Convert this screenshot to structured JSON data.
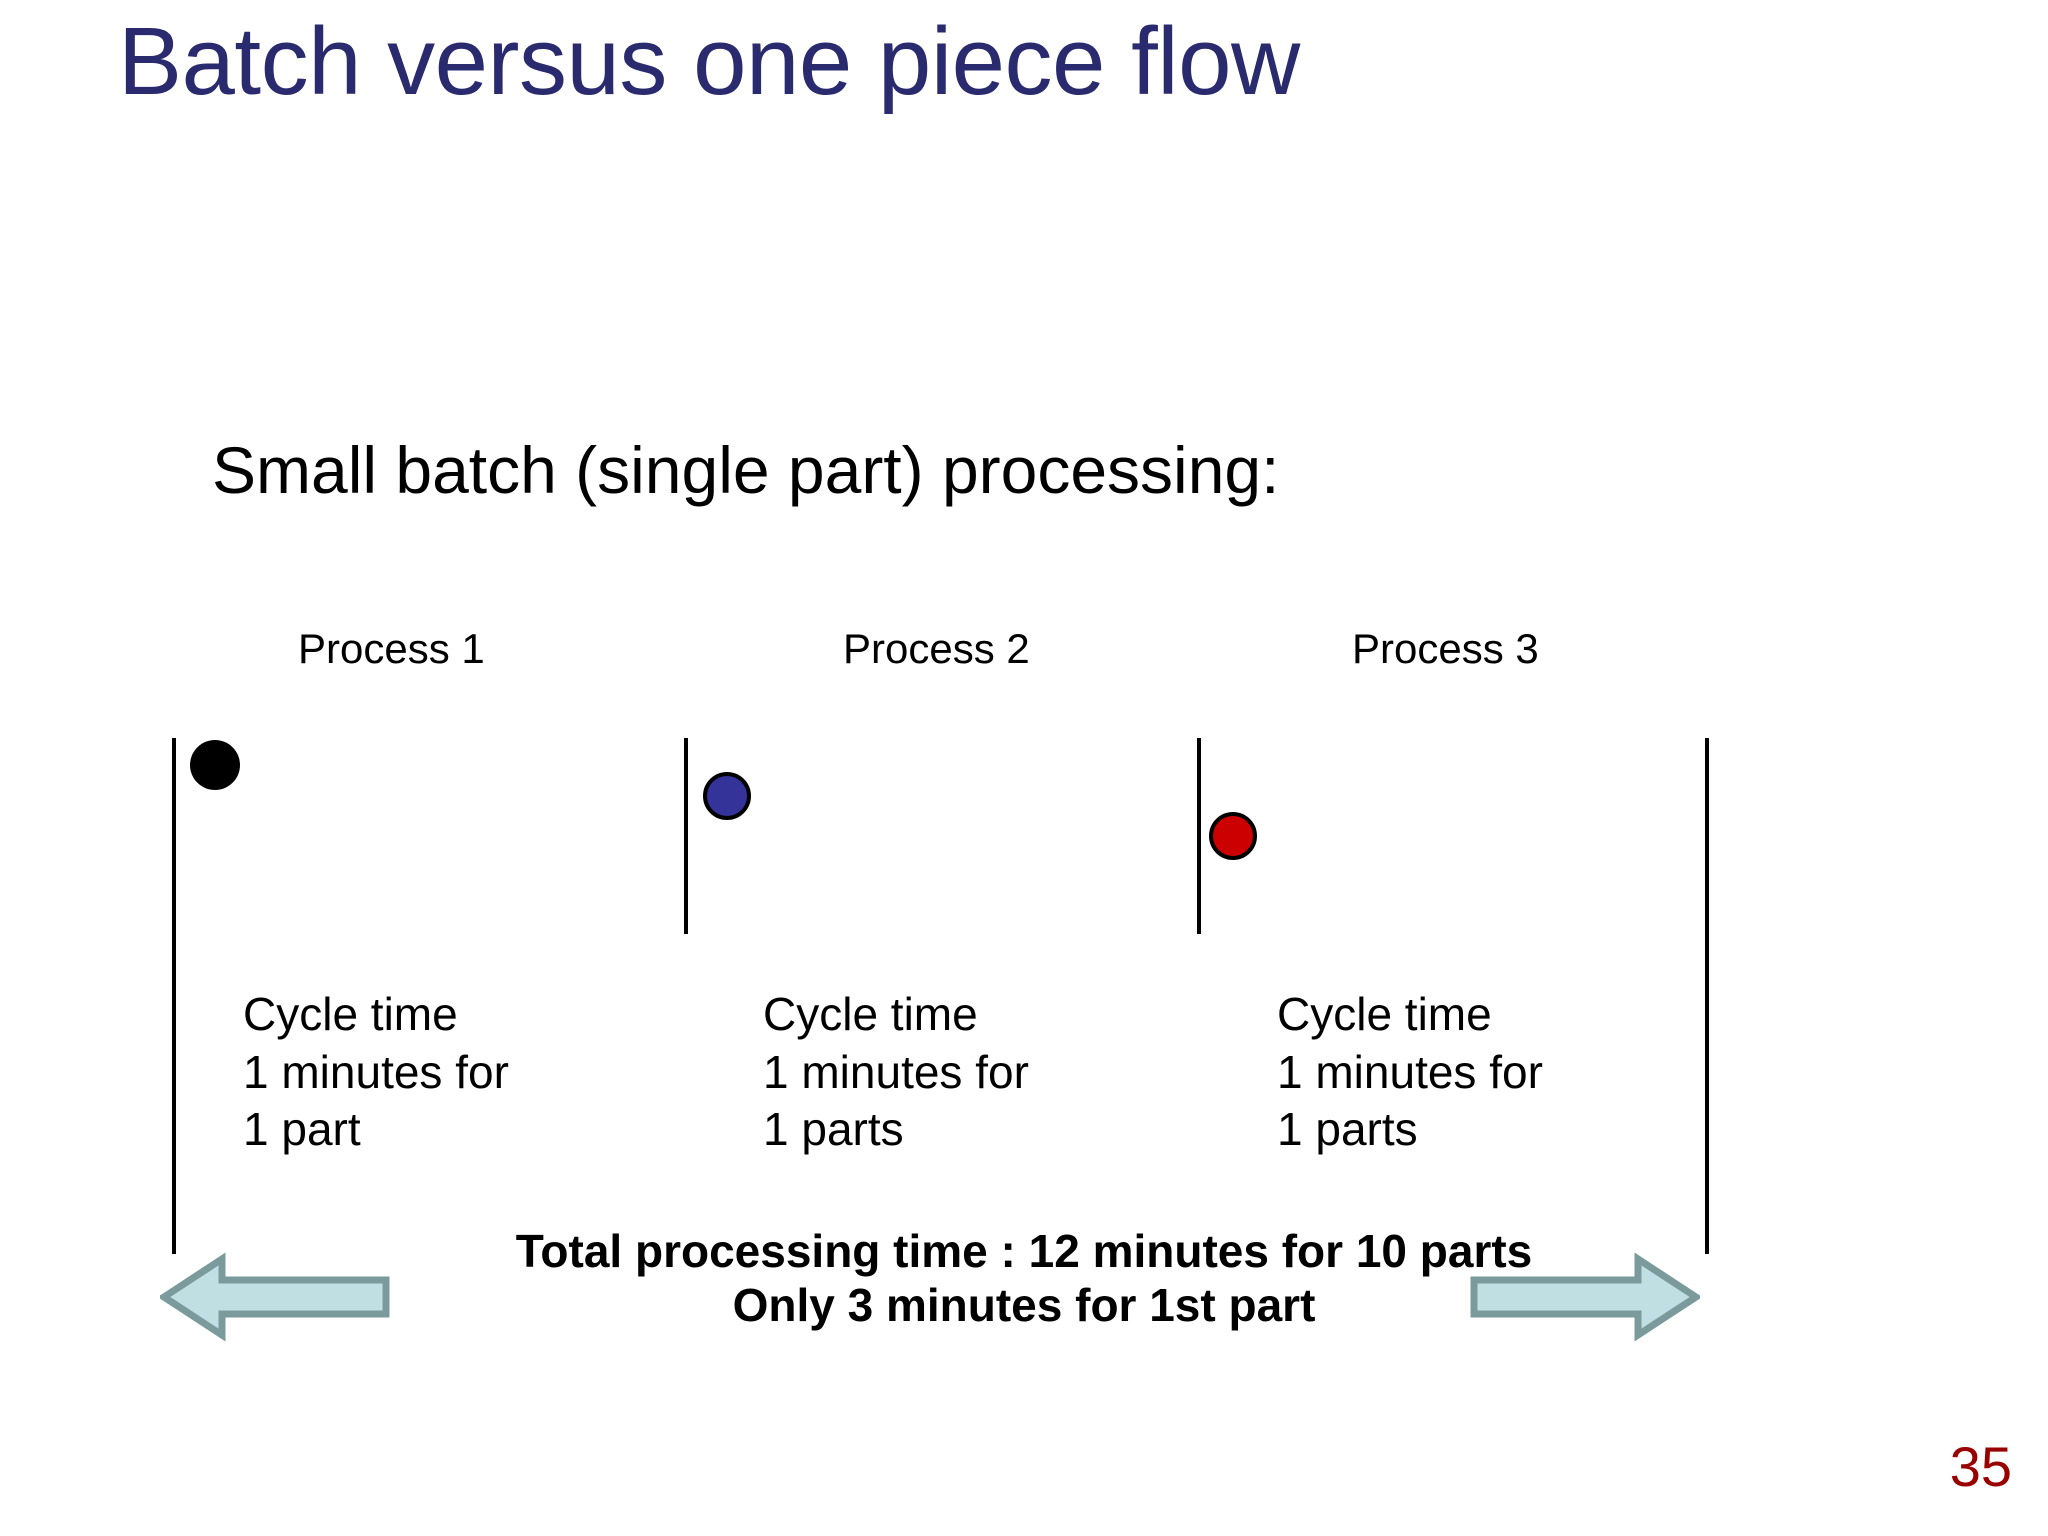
{
  "slide": {
    "title": "Batch versus one piece flow",
    "subtitle": "Small batch (single part) processing:",
    "page_number": "35"
  },
  "colors": {
    "title": "#2a2a6e",
    "body_text": "#000000",
    "page_number": "#990000",
    "dot_part_1": "#000000",
    "dot_part_2": "#333399",
    "dot_part_3": "#cc0000",
    "arrow_fill": "#bfdfe3",
    "arrow_border": "#7a9a9c"
  },
  "diagram": {
    "processes": [
      {
        "label": "Process 1",
        "dot_color_name": "black-dot",
        "cycle": {
          "heading": "Cycle time",
          "duration": "1 minutes for",
          "quantity": "1 part"
        }
      },
      {
        "label": "Process 2",
        "dot_color_name": "blue-dot",
        "cycle": {
          "heading": "Cycle time",
          "duration": "1 minutes for",
          "quantity": "1 parts"
        }
      },
      {
        "label": "Process 3",
        "dot_color_name": "red-dot",
        "cycle": {
          "heading": "Cycle time",
          "duration": "1 minutes for",
          "quantity": "1 parts"
        }
      }
    ],
    "summary": {
      "line1": "Total processing time : 12 minutes for 10 parts",
      "line2": "Only 3 minutes for 1st part"
    },
    "arrows": {
      "left_name": "flow-arrow-left",
      "right_name": "flow-arrow-right"
    }
  }
}
